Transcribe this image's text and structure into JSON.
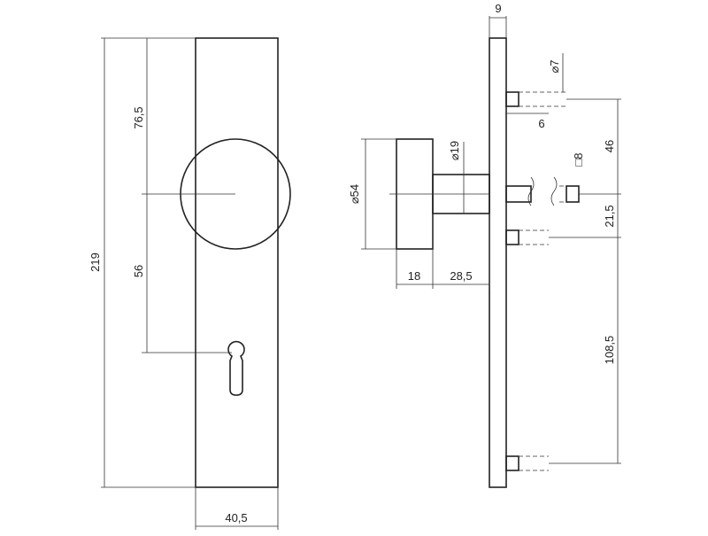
{
  "dimensions": {
    "plate_height": "219",
    "knob_to_top": "76,5",
    "knob_to_keyhole": "56",
    "plate_width": "40,5",
    "plate_thickness": "9",
    "knob_diameter": "54",
    "neck_diameter": "19",
    "knob_depth": "18",
    "neck_length": "28,5",
    "screw_diameter": "7",
    "screw_length": "6",
    "spindle_square": "8",
    "top_screw_to_spindle": "46",
    "spindle_to_lower_screw": "21,5",
    "lower_screw_to_bottom_screw": "108,5"
  },
  "symbols": {
    "diameter": "⌀",
    "square": "□"
  }
}
